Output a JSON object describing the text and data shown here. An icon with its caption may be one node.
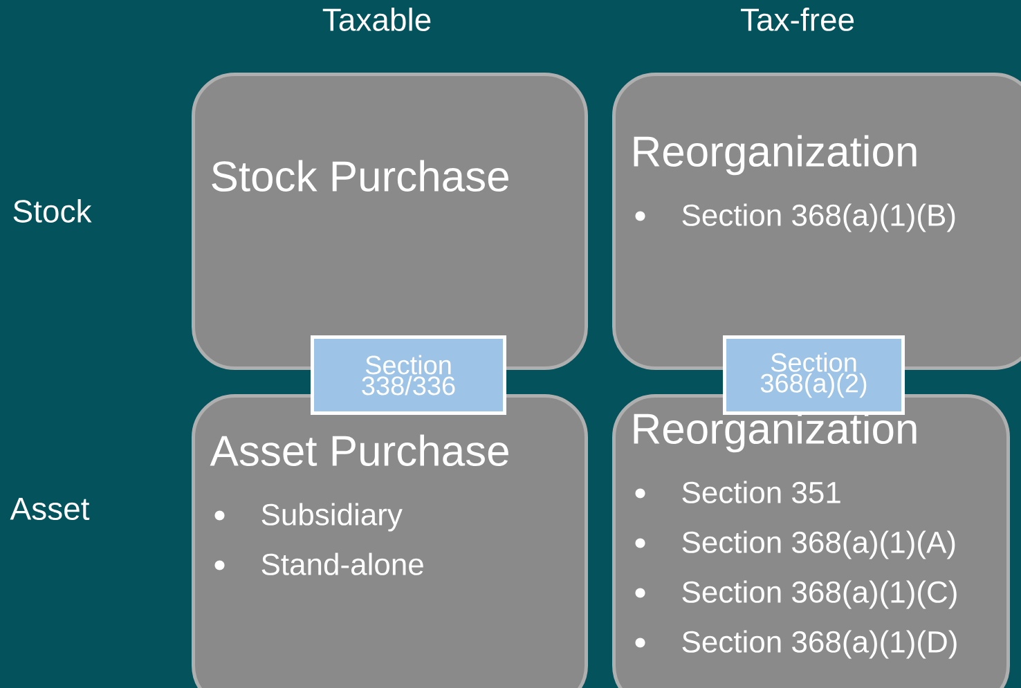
{
  "diagram": {
    "nodes": [
      {
        "text": [
          "Stock Purchase"
        ]
      },
      {
        "text": [
          "Reorganization",
          "Section 368(a)(1)(B)"
        ]
      },
      {
        "text": [
          "Asset Purchase",
          "Subsidiary",
          "Stand-alone"
        ]
      },
      {
        "text": [
          "Reorganization",
          "Section 351",
          "Section 368(a)(1)(A)",
          "Section 368(a)(1)(C)",
          "Section 368(a)(1)(D)"
        ]
      },
      {
        "text": [
          "Section 338/336"
        ]
      },
      {
        "text": [
          "Section 368(a)(2)"
        ]
      }
    ],
    "labels": [
      "Taxable",
      "Tax-free",
      "Stock",
      "Asset"
    ]
  }
}
